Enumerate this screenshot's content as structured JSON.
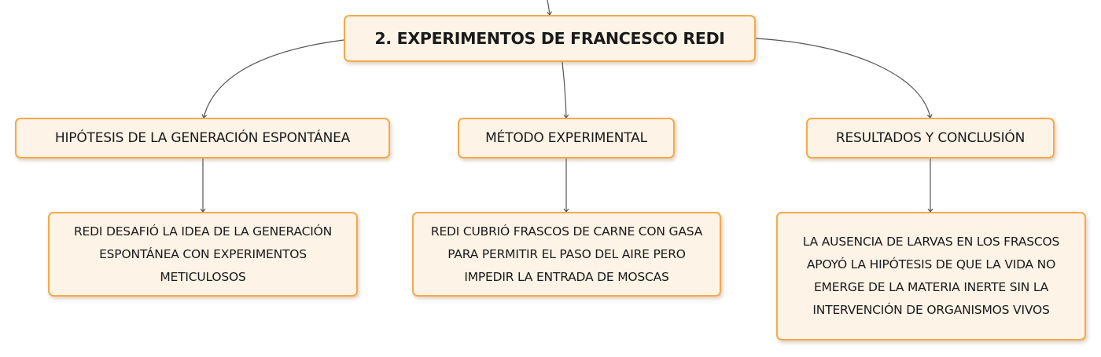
{
  "diagram": {
    "root": {
      "label": "2. EXPERIMENTOS DE FRANCESCO REDI"
    },
    "branches": [
      {
        "label": "HIPÓTESIS DE LA GENERACIÓN ESPONTÁNEA",
        "detail": "REDI DESAFIÓ LA IDEA DE LA GENERACIÓN ESPONTÁNEA CON EXPERIMENTOS METICULOSOS"
      },
      {
        "label": "MÉTODO EXPERIMENTAL",
        "detail": "REDI CUBRIÓ FRASCOS DE CARNE CON GASA PARA PERMITIR EL PASO DEL AIRE PERO IMPEDIR LA ENTRADA DE MOSCAS"
      },
      {
        "label": "RESULTADOS Y CONCLUSIÓN",
        "detail": "LA AUSENCIA DE LARVAS EN LOS FRASCOS APOYÓ LA HIPÓTESIS DE QUE LA VIDA NO EMERGE DE LA MATERIA INERTE SIN LA INTERVENCIÓN DE ORGANISMOS VIVOS"
      }
    ]
  },
  "colors": {
    "node_fill": "#fdf3e6",
    "node_border": "#f5a94a",
    "connector": "#555555"
  }
}
